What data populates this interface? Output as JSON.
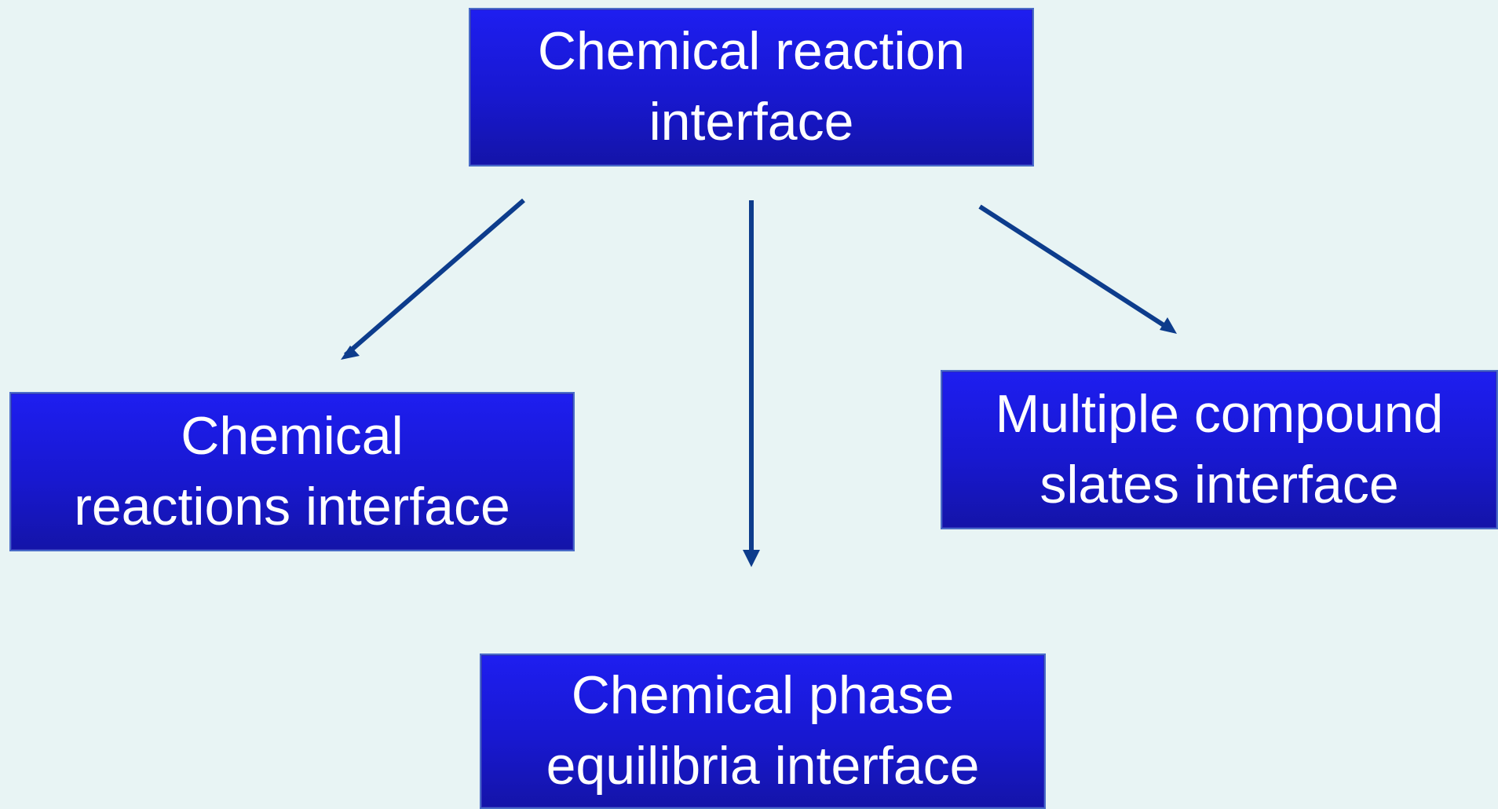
{
  "diagram": {
    "nodes": [
      {
        "id": "top",
        "lines": [
          "Chemical reaction",
          "interface"
        ]
      },
      {
        "id": "left",
        "lines": [
          "Chemical",
          "reactions interface"
        ]
      },
      {
        "id": "right",
        "lines": [
          "Multiple compound",
          "slates interface"
        ]
      },
      {
        "id": "bottom",
        "lines": [
          "Chemical phase",
          "equilibria interface"
        ]
      }
    ],
    "edges": [
      {
        "from": "top",
        "to": "left"
      },
      {
        "from": "top",
        "to": "bottom"
      },
      {
        "from": "top",
        "to": "right"
      }
    ],
    "colors": {
      "background": "#e8f4f4",
      "node_fill": "#1818d0",
      "node_text": "#ffffff",
      "arrow": "#0d3c8c"
    }
  }
}
